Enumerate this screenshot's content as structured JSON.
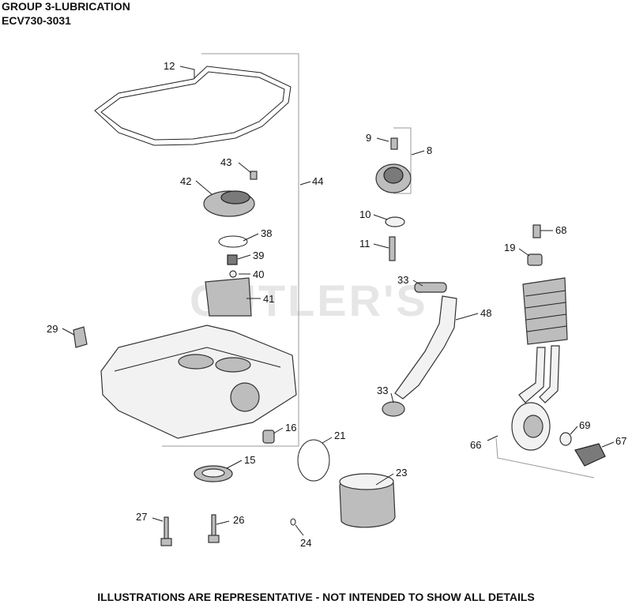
{
  "header": {
    "title": "GROUP 3-LUBRICATION",
    "model": "ECV730-3031"
  },
  "watermark": "CUTLER'S",
  "footer": "ILLUSTRATIONS ARE REPRESENTATIVE - NOT INTENDED TO SHOW ALL DETAILS",
  "parts": {
    "p12": "12",
    "p43": "43",
    "p42": "42",
    "p44": "44",
    "p38": "38",
    "p39": "39",
    "p40": "40",
    "p41": "41",
    "p29": "29",
    "p9": "9",
    "p8": "8",
    "p10": "10",
    "p11": "11",
    "p33a": "33",
    "p48": "48",
    "p33b": "33",
    "p68": "68",
    "p19": "19",
    "p16": "16",
    "p21": "21",
    "p15": "15",
    "p23": "23",
    "p27": "27",
    "p26": "26",
    "p24": "24",
    "p66": "66",
    "p69": "69",
    "p67": "67"
  },
  "colors": {
    "line": "#222222",
    "metal": "#bdbdbd",
    "dark": "#7a7a7a"
  }
}
